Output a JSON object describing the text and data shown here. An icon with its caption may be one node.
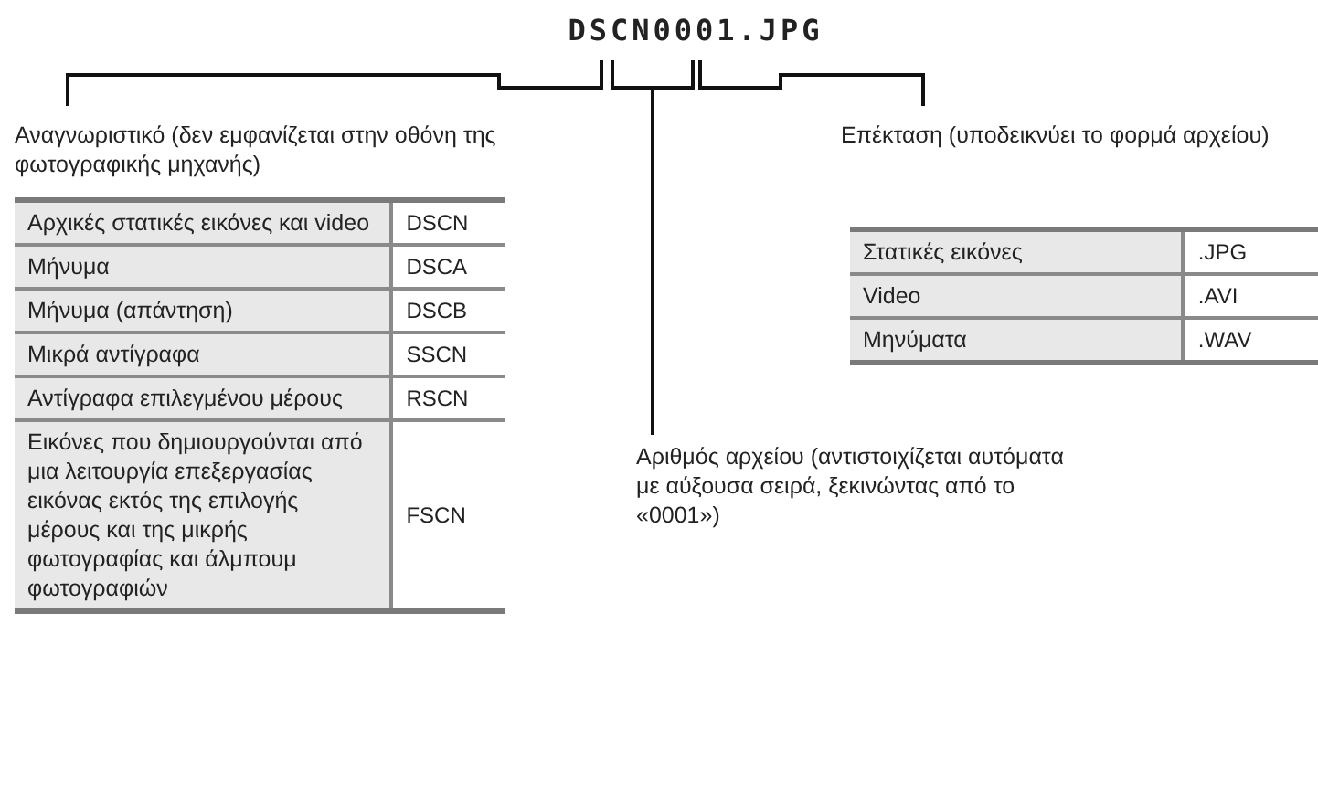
{
  "diagram": {
    "title": "DSCN0001.JPG",
    "labels": [
      "Αναγνωριστικό (δεν εμφανίζεται στην οθόνη της φωτογραφικής μηχανής)",
      "Επέκταση (υποδεικνύει το φορμά αρχείου)",
      "Αρχικές στατικές εικόνες και video",
      "DSCN",
      "Μήνυμα",
      "DSCA",
      "Μήνυμα (απάντηση)",
      "DSCB",
      "Μικρά αντίγραφα",
      "SSCN",
      "Αντίγραφα επιλεγμένου μέρους",
      "RSCN",
      "Εικόνες που δημιουργούνται από μια λειτουργία επεξεργασίας εικόνας εκτός της επιλογής μέρους και της μικρής φωτογραφίας και άλμπουμ φωτογραφιών",
      "FSCN",
      "Στατικές εικόνες",
      ".JPG",
      "Video",
      ".AVI",
      "Μηνύματα",
      ".WAV",
      "Αριθμός αρχείου (αντιστοιχίζεται αυτόματα με αύξουσα σειρά, ξεκινώντας από το «0001»)"
    ]
  }
}
